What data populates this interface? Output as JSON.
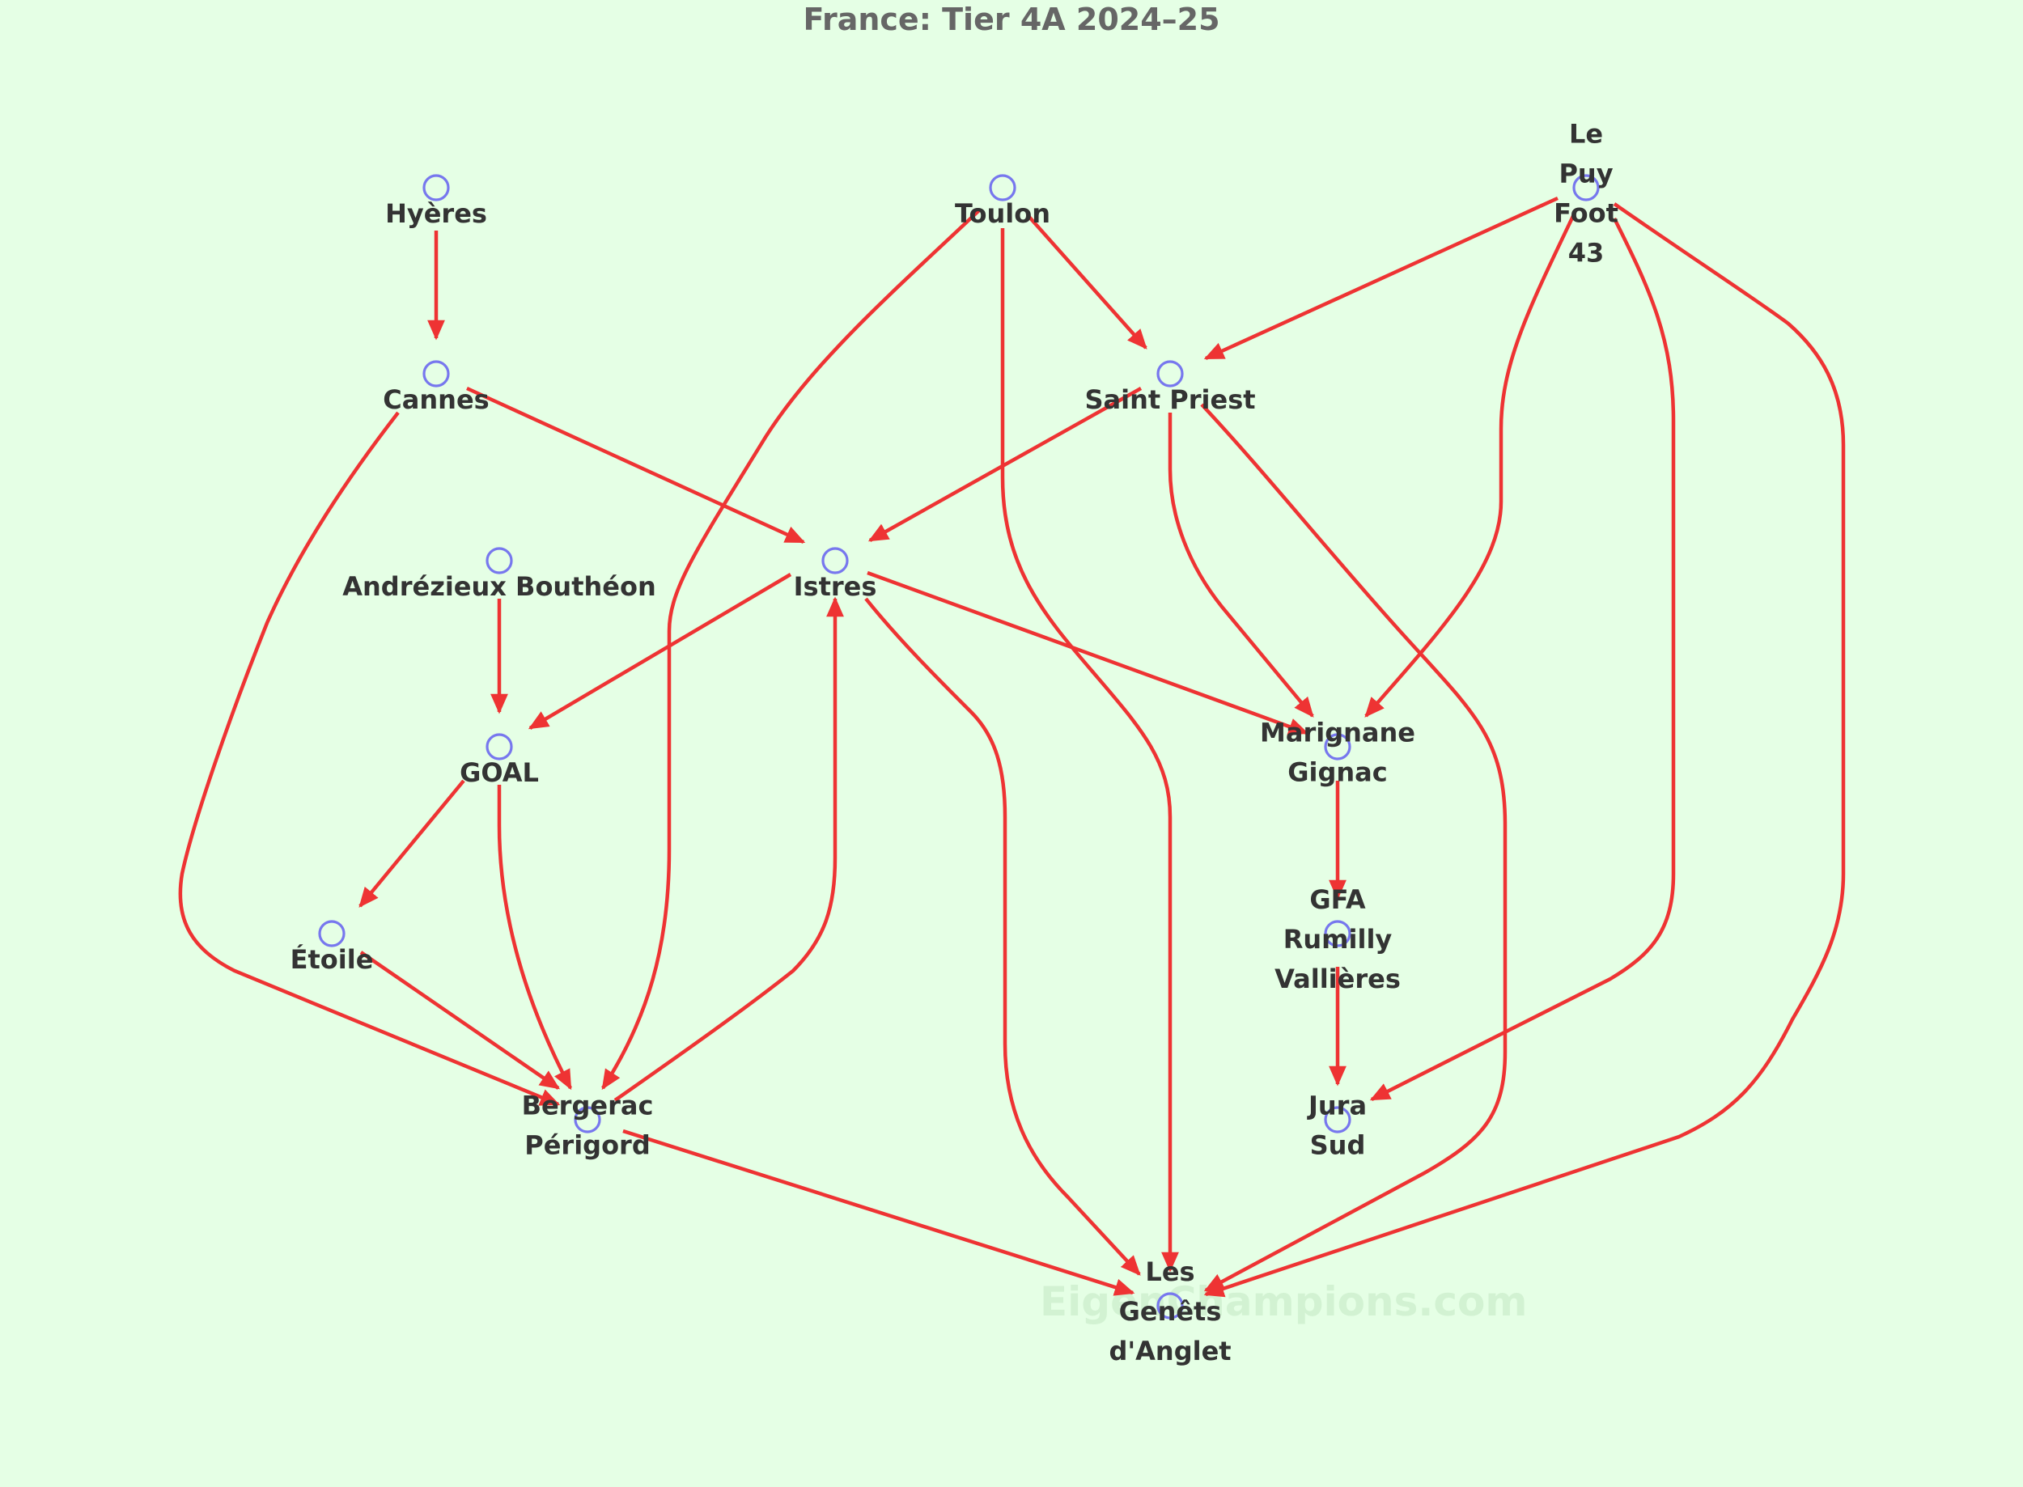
{
  "title": "France: Tier 4A 2024–25",
  "watermark": "EigenChampions.com",
  "colors": {
    "background": "#e5ffe5",
    "edge": "#ee3333",
    "node": "#7777ee",
    "label": "#333333",
    "title": "#666666"
  },
  "nodes": [
    {
      "id": "hyeres",
      "lines": [
        "Hyères"
      ]
    },
    {
      "id": "toulon",
      "lines": [
        "Toulon"
      ]
    },
    {
      "id": "lepuy",
      "lines": [
        "Le",
        "Puy",
        "Foot",
        "43"
      ]
    },
    {
      "id": "cannes",
      "lines": [
        "Cannes"
      ]
    },
    {
      "id": "saintpriest",
      "lines": [
        "Saint Priest"
      ]
    },
    {
      "id": "andrezieux",
      "lines": [
        "Andrézieux Bouthéon"
      ]
    },
    {
      "id": "istres",
      "lines": [
        "Istres"
      ]
    },
    {
      "id": "goal",
      "lines": [
        "GOAL"
      ]
    },
    {
      "id": "marignane",
      "lines": [
        "Marignane",
        "Gignac"
      ]
    },
    {
      "id": "etoile",
      "lines": [
        "Étoile"
      ]
    },
    {
      "id": "gfa",
      "lines": [
        "GFA",
        "Rumilly",
        "Vallières"
      ]
    },
    {
      "id": "bergerac",
      "lines": [
        "Bergerac",
        "Périgord"
      ]
    },
    {
      "id": "jura",
      "lines": [
        "Jura",
        "Sud"
      ]
    },
    {
      "id": "genets",
      "lines": [
        "Les",
        "Genêts",
        "d'Anglet"
      ]
    }
  ],
  "edges": [
    {
      "from": "hyeres",
      "to": "cannes"
    },
    {
      "from": "cannes",
      "to": "istres"
    },
    {
      "from": "cannes",
      "to": "bergerac"
    },
    {
      "from": "toulon",
      "to": "saintpriest"
    },
    {
      "from": "toulon",
      "to": "bergerac"
    },
    {
      "from": "toulon",
      "to": "genets"
    },
    {
      "from": "lepuy",
      "to": "saintpriest"
    },
    {
      "from": "lepuy",
      "to": "marignane"
    },
    {
      "from": "lepuy",
      "to": "jura"
    },
    {
      "from": "lepuy",
      "to": "genets"
    },
    {
      "from": "saintpriest",
      "to": "istres"
    },
    {
      "from": "saintpriest",
      "to": "marignane"
    },
    {
      "from": "saintpriest",
      "to": "genets"
    },
    {
      "from": "andrezieux",
      "to": "goal"
    },
    {
      "from": "istres",
      "to": "goal"
    },
    {
      "from": "istres",
      "to": "marignane"
    },
    {
      "from": "istres",
      "to": "genets"
    },
    {
      "from": "goal",
      "to": "etoile"
    },
    {
      "from": "goal",
      "to": "bergerac"
    },
    {
      "from": "etoile",
      "to": "bergerac"
    },
    {
      "from": "bergerac",
      "to": "istres"
    },
    {
      "from": "bergerac",
      "to": "genets"
    },
    {
      "from": "marignane",
      "to": "gfa"
    },
    {
      "from": "gfa",
      "to": "jura"
    }
  ]
}
